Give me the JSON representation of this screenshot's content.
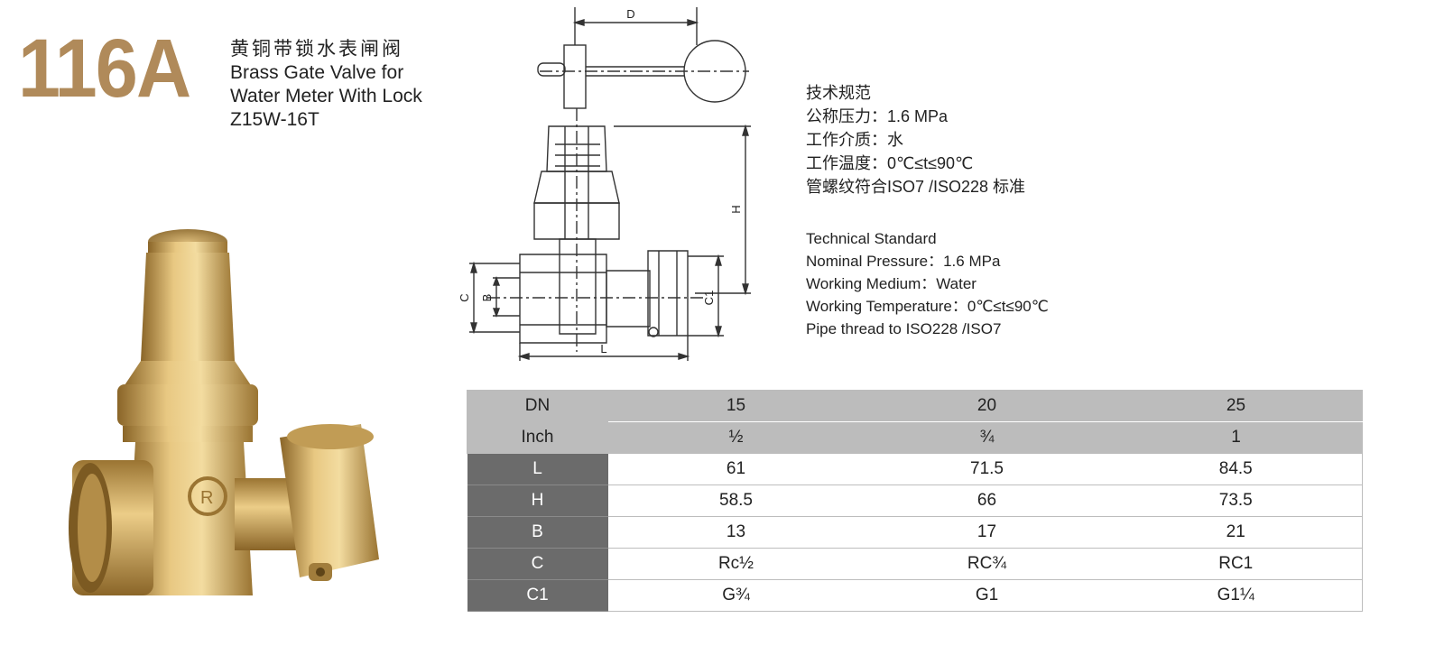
{
  "header": {
    "model": "116A",
    "title_zh": "黄铜带锁水表闸阀",
    "title_en_line1": "Brass Gate Valve for",
    "title_en_line2": "Water Meter With Lock",
    "code": "Z15W-16T"
  },
  "drawing": {
    "labels": {
      "d": "D",
      "h": "H",
      "c": "C",
      "b": "B",
      "c1": "C1",
      "l": "L"
    }
  },
  "spec_zh": {
    "heading": "技术规范",
    "pressure": "公称压力：1.6 MPa",
    "medium": "工作介质：水",
    "temperature": "工作温度：0℃≤t≤90℃",
    "thread": "管螺纹符合ISO7 /ISO228 标准"
  },
  "spec_en": {
    "heading": "Technical Standard",
    "pressure": "Nominal Pressure：1.6 MPa",
    "medium": "Working Medium：Water",
    "temperature": "Working Temperature：0℃≤t≤90℃",
    "thread": "Pipe thread to ISO228 /ISO7"
  },
  "table": {
    "dn": {
      "label": "DN",
      "values": [
        "15",
        "20",
        "25"
      ]
    },
    "inch": {
      "label": "Inch",
      "values": [
        "½",
        "¾",
        "1"
      ]
    },
    "rows": [
      {
        "label": "L",
        "values": [
          "61",
          "71.5",
          "84.5"
        ]
      },
      {
        "label": "H",
        "values": [
          "58.5",
          "66",
          "73.5"
        ]
      },
      {
        "label": "B",
        "values": [
          "13",
          "17",
          "21"
        ]
      },
      {
        "label": "C",
        "values": [
          "Rc½",
          "RC¾",
          "RC1"
        ]
      },
      {
        "label": "C1",
        "values": [
          "G¾",
          "G1",
          "G1¼"
        ]
      }
    ]
  },
  "colors": {
    "model_gold": "#b08a5a",
    "brass": "#c9a458",
    "header_gray": "#bcbcbc",
    "label_dark": "#6b6b6b"
  }
}
